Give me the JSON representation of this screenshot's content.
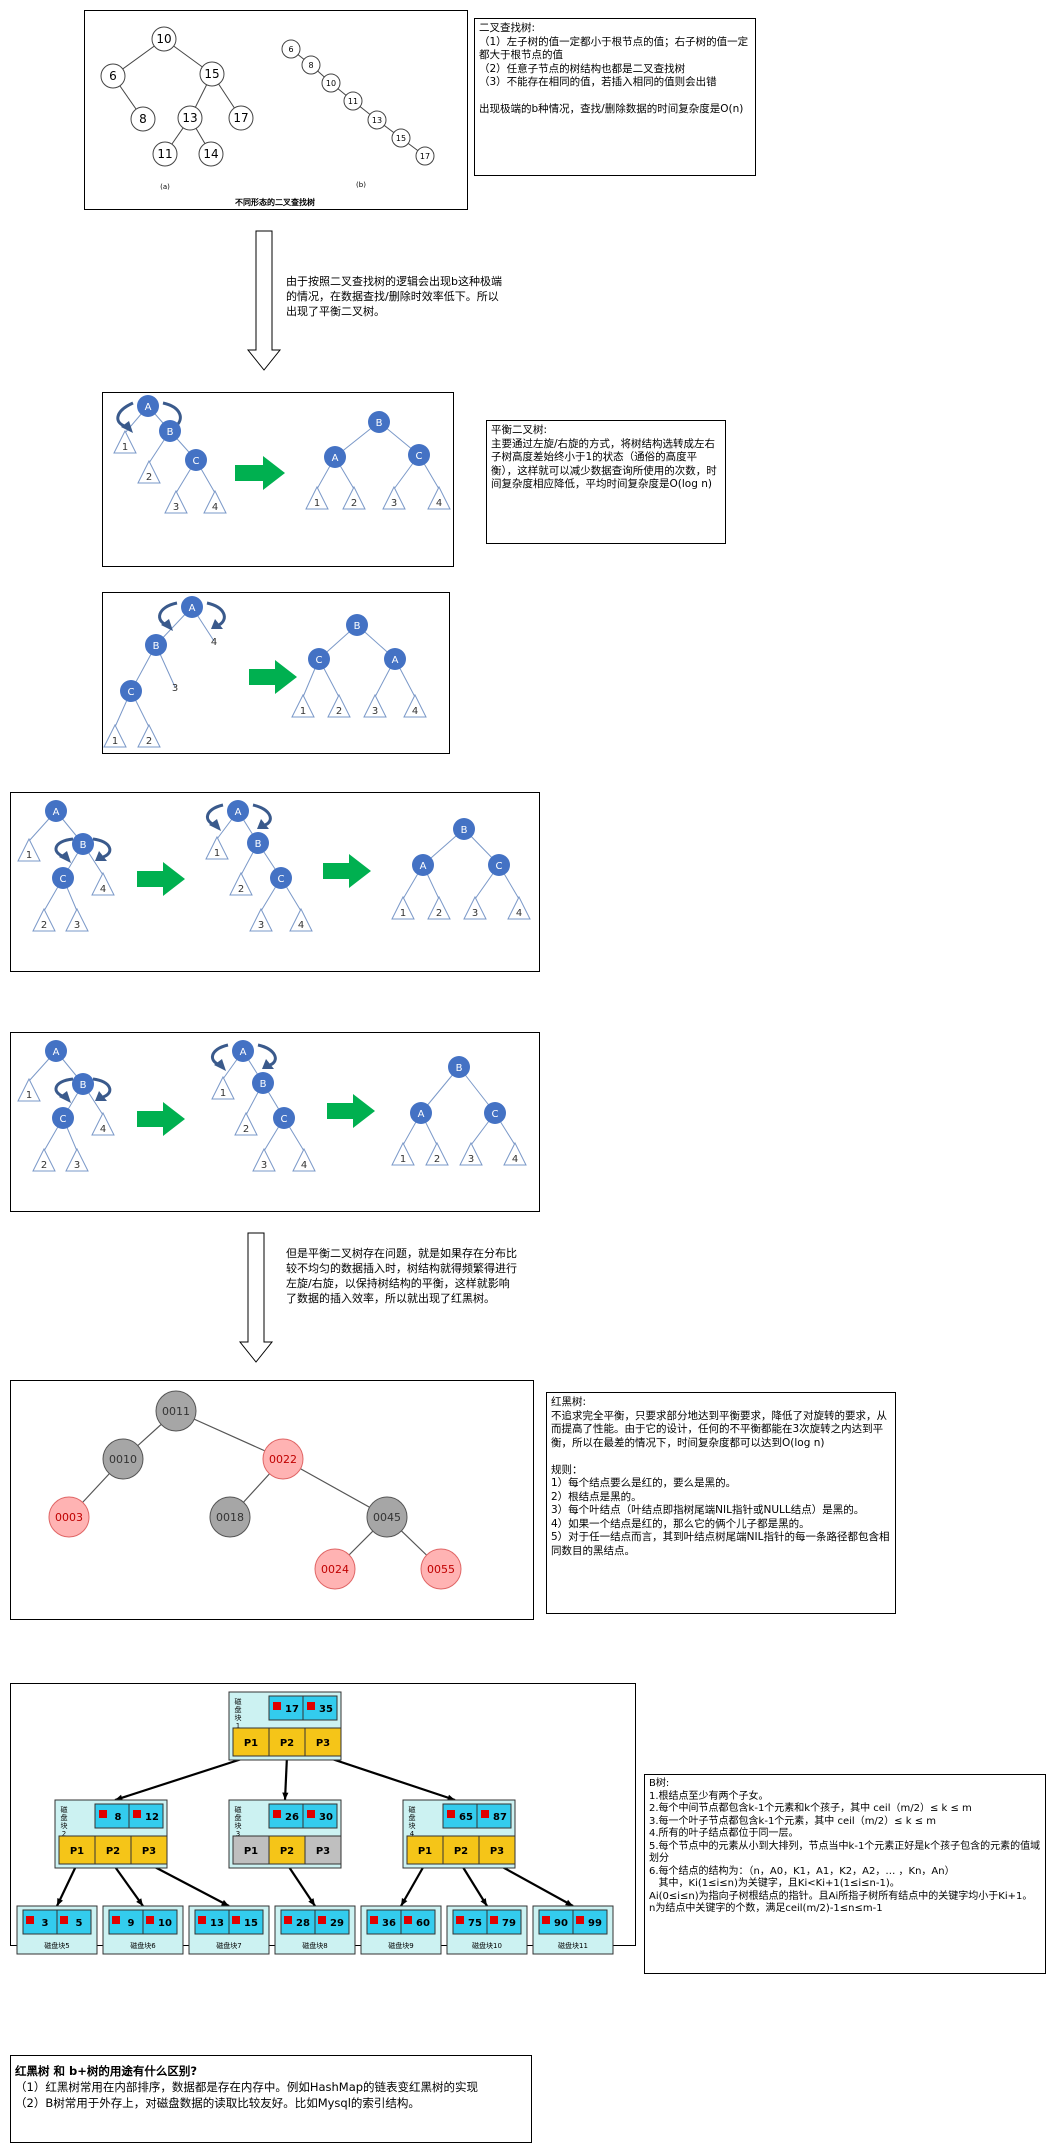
{
  "bst": {
    "caption_a": "(a)",
    "caption_b": "(b)",
    "title": "不同形态的二叉查找树",
    "tree_a": [
      "10",
      "6",
      "15",
      "8",
      "13",
      "17",
      "11",
      "14"
    ],
    "tree_b": [
      "6",
      "8",
      "10",
      "11",
      "13",
      "15",
      "17"
    ],
    "note": "二叉查找树:\n（1）左子树的值一定都小于根节点的值；右子树的值一定都大于根节点的值\n（2）任意子节点的树结构也都是二叉查找树\n（3）不能存在相同的值，若插入相同的值则会出错\n\n出现极端的b种情况，查找/删除数据的时间复杂度是O(n)"
  },
  "transition1": "由于按照二叉查找树的逻辑会出现b这种极端的情况，在数据查找/删除时效率低下。所以出现了平衡二叉树。",
  "avl": {
    "note": "平衡二叉树:\n主要通过左旋/右旋的方式，将树结构选转成左右子树高度差始终小于1的状态（通俗的高度平衡），这样就可以减少数据查询所使用的次数，时间复杂度相应降低，平均时间复杂度是O(log n)",
    "nodes": {
      "a": "A",
      "b": "B",
      "c": "C"
    },
    "leaves": [
      "1",
      "2",
      "3",
      "4"
    ]
  },
  "transition2": "但是平衡二叉树存在问题，就是如果存在分布比较不均匀的数据插入时，树结构就得频繁得进行左旋/右旋，以保持树结构的平衡，这样就影响了数据的插入效率，所以就出现了红黑树。",
  "rbtree": {
    "nodes": [
      "0011",
      "0010",
      "0022",
      "0003",
      "0018",
      "0045",
      "0024",
      "0055"
    ],
    "colors": {
      "black": "#a6a6a6",
      "red": "#ffb3b3"
    },
    "note": "红黑树:\n不追求完全平衡，只要求部分地达到平衡要求，降低了对旋转的要求，从而提高了性能。由于它的设计，任何的不平衡都能在3次旋转之内达到平衡，所以在最差的情况下，时间复杂度都可以达到O(log n)\n\n规则：\n1）每个结点要么是红的，要么是黑的。\n2）根结点是黑的。\n3）每个叶结点（叶结点即指树尾端NIL指针或NULL结点）是黑的。\n4）如果一个结点是红的，那么它的俩个儿子都是黑的。\n5）对于任一结点而言，其到叶结点树尾端NIL指针的每一条路径都包含相同数目的黑结点。"
  },
  "btree": {
    "root": {
      "label": "磁盘块1",
      "keys": [
        "17",
        "35"
      ]
    },
    "mid": [
      {
        "label": "磁盘块2",
        "keys": [
          "8",
          "12"
        ]
      },
      {
        "label": "磁盘块3",
        "keys": [
          "26",
          "30"
        ]
      },
      {
        "label": "磁盘块4",
        "keys": [
          "65",
          "87"
        ]
      }
    ],
    "leaves": [
      {
        "label": "磁盘块5",
        "keys": [
          "3",
          "5"
        ]
      },
      {
        "label": "磁盘块6",
        "keys": [
          "9",
          "10"
        ]
      },
      {
        "label": "磁盘块7",
        "keys": [
          "13",
          "15"
        ]
      },
      {
        "label": "磁盘块8",
        "keys": [
          "28",
          "29"
        ]
      },
      {
        "label": "磁盘块9",
        "keys": [
          "36",
          "60"
        ]
      },
      {
        "label": "磁盘块10",
        "keys": [
          "75",
          "79"
        ]
      },
      {
        "label": "磁盘块11",
        "keys": [
          "90",
          "99"
        ]
      }
    ],
    "pointers": [
      "P1",
      "P2",
      "P3"
    ],
    "note": "B树:\n1.根结点至少有两个子女。\n2.每个中间节点都包含k-1个元素和k个孩子，其中 ceil（m/2）≤ k ≤ m\n3.每一个叶子节点都包含k-1个元素，其中 ceil（m/2）≤ k ≤ m\n4.所有的叶子结点都位于同一层。\n5.每个节点中的元素从小到大排列，节点当中k-1个元素正好是k个孩子包含的元素的值域划分\n6.每个结点的结构为：（n，A0，K1，A1，K2，A2，… ，Kn，An）\n   其中，Ki(1≤i≤n)为关键字，且Ki<Ki+1(1≤i≤n-1)。\nAi(0≤i≤n)为指向子树根结点的指针。且Ai所指子树所有结点中的关键字均小于Ki+1。\nn为结点中关键字的个数，满足ceil(m/2)-1≤n≤m-1"
  },
  "summary": {
    "title": "红黑树 和 b+树的用途有什么区别?",
    "line1": "（1）红黑树常用在内部排序，数据都是存在内存中。例如HashMap的链表变红黑树的实现",
    "line2": "（2）B树常用于外存上，对磁盘数据的读取比较友好。比如Mysql的索引结构。"
  }
}
